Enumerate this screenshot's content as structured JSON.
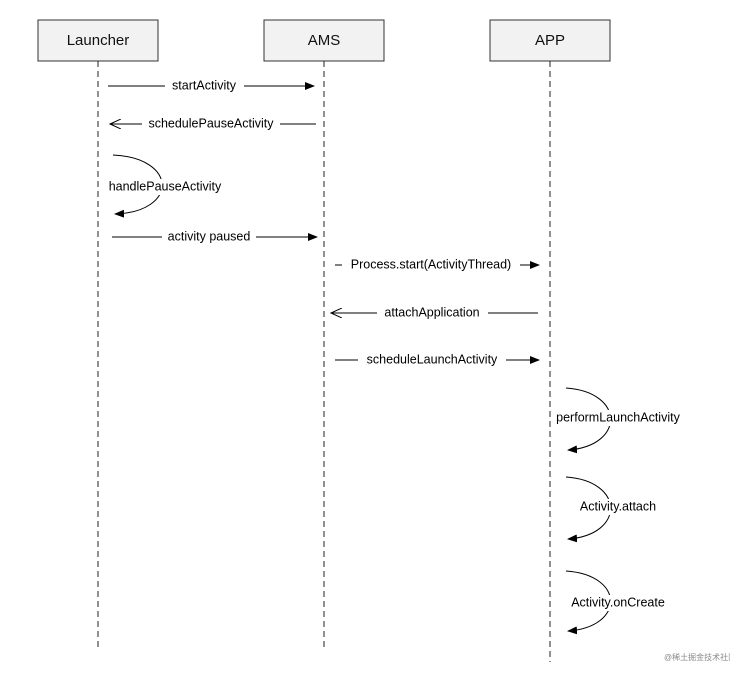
{
  "actors": [
    {
      "id": "launcher",
      "label": "Launcher"
    },
    {
      "id": "ams",
      "label": "AMS"
    },
    {
      "id": "app",
      "label": "APP"
    }
  ],
  "messages": [
    {
      "id": "start-activity",
      "from": "launcher",
      "to": "ams",
      "label": "startActivity",
      "arrow": "filled"
    },
    {
      "id": "schedule-pause-activity",
      "from": "ams",
      "to": "launcher",
      "label": "schedulePauseActivity",
      "arrow": "open"
    },
    {
      "id": "handle-pause-activity",
      "from": "launcher",
      "to": "launcher",
      "label": "handlePauseActivity",
      "arrow": "filled"
    },
    {
      "id": "activity-paused",
      "from": "launcher",
      "to": "ams",
      "label": "activity paused",
      "arrow": "filled"
    },
    {
      "id": "process-start",
      "from": "ams",
      "to": "app",
      "label": "Process.start(ActivityThread)",
      "arrow": "filled"
    },
    {
      "id": "attach-application",
      "from": "app",
      "to": "ams",
      "label": "attachApplication",
      "arrow": "open"
    },
    {
      "id": "schedule-launch-activity",
      "from": "ams",
      "to": "app",
      "label": "scheduleLaunchActivity",
      "arrow": "filled"
    },
    {
      "id": "perform-launch-activity",
      "from": "app",
      "to": "app",
      "label": "performLaunchActivity",
      "arrow": "filled"
    },
    {
      "id": "activity-attach",
      "from": "app",
      "to": "app",
      "label": "Activity.attach",
      "arrow": "filled"
    },
    {
      "id": "activity-oncreate",
      "from": "app",
      "to": "app",
      "label": "Activity.onCreate",
      "arrow": "filled"
    }
  ],
  "watermark": "@稀土掘金技术社区"
}
